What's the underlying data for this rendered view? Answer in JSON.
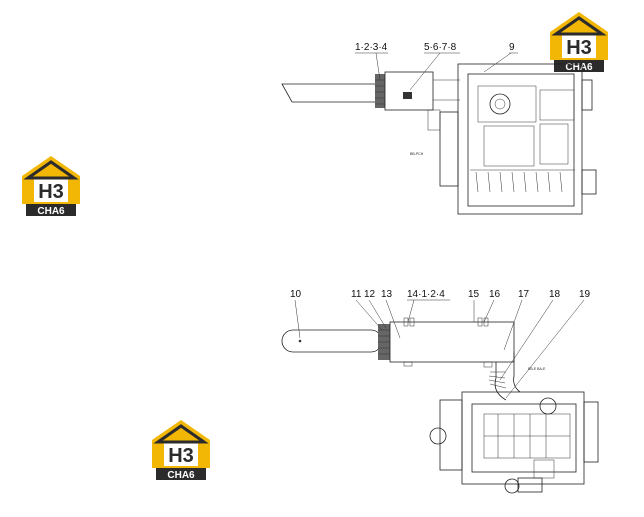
{
  "logo": {
    "mark": "H3",
    "text": "CHA6",
    "color_yellow": "#f2b705",
    "color_dark": "#2b2b2b"
  },
  "top_view": {
    "callouts": [
      "1·2·3·4",
      "5·6·7·8",
      "9"
    ]
  },
  "bottom_view": {
    "callouts": [
      "10",
      "11",
      "12",
      "13",
      "14·1·2·4",
      "15",
      "16",
      "17",
      "18",
      "19"
    ]
  },
  "small_marks": [
    "BB-PCH",
    "BB-E  BA-E"
  ]
}
